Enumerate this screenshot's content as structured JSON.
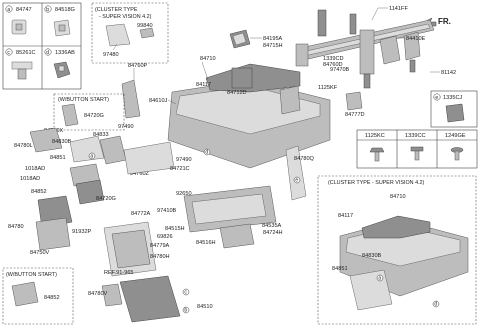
{
  "direction_label": "FR.",
  "inset_headers": {
    "cluster_sv42_small": "(CLUSTER TYPE",
    "cluster_sv42_small_2": "- SUPER VISION 4.2)",
    "wbutton_start_top": "(W/BUTTON START)",
    "wbutton_start_bottom": "(W/BUTTON START)",
    "cluster_sv42_large": "(CLUSTER TYPE - SUPER VISION 4.2)",
    "ref": "REF.91-965"
  },
  "legend": {
    "a": {
      "letter": "a",
      "part": "84747"
    },
    "b": {
      "letter": "b",
      "part": "84518G"
    },
    "c": {
      "letter": "c",
      "part": "85261C"
    },
    "d": {
      "letter": "d",
      "part": "1336AB"
    },
    "e": {
      "letter": "e",
      "part": "1335CJ"
    }
  },
  "fastener_table": {
    "col1": "1125KC",
    "col2": "1339CC",
    "col3": "1249GE"
  },
  "labels": {
    "p97480": "97480",
    "p99840": "99840",
    "p84195A": "84195A",
    "p84715H": "84715H",
    "p1141FF": "1141FF",
    "p84410E": "84410E",
    "p97470B": "97470B",
    "p1339CD": "1339CD",
    "p84760D": "84760D",
    "p1125KF": "1125KF",
    "p81142": "81142",
    "p84777D": "84777D",
    "p84760P": "84760P",
    "p84710": "84710",
    "p84117": "84117",
    "p84712D": "84712D",
    "p84610J": "84610J",
    "p84720G": "84720G",
    "p84760X": "84760X",
    "p84780L": "84780L",
    "p84830B": "84830B",
    "p84833": "84833",
    "p97490a": "97490",
    "p84851": "84851",
    "p1018AD_a": "1018AD",
    "p1018AD_b": "1018AD",
    "p84852": "84852",
    "p84760Z": "84760Z",
    "p84720G_b": "84720G",
    "p97490b": "97490",
    "p84721C": "84721C",
    "p84780Q": "84780Q",
    "p92650": "92650",
    "p84535A": "84535A",
    "p84772A": "84772A",
    "p97410B": "97410B",
    "p84515H": "84515H",
    "p84724H": "84724H",
    "p84780": "84780",
    "p91932P": "91932P",
    "p84750V": "84750V",
    "p69826": "69826",
    "p84516H": "84516H",
    "p84779A": "84779A",
    "p84780H": "84780H",
    "p84852_b": "84852",
    "p84780V": "84780V",
    "p84510": "84510",
    "p84710_b": "84710",
    "p84117_b": "84117",
    "p84830B_b": "84830B",
    "p84851_b": "84851"
  }
}
